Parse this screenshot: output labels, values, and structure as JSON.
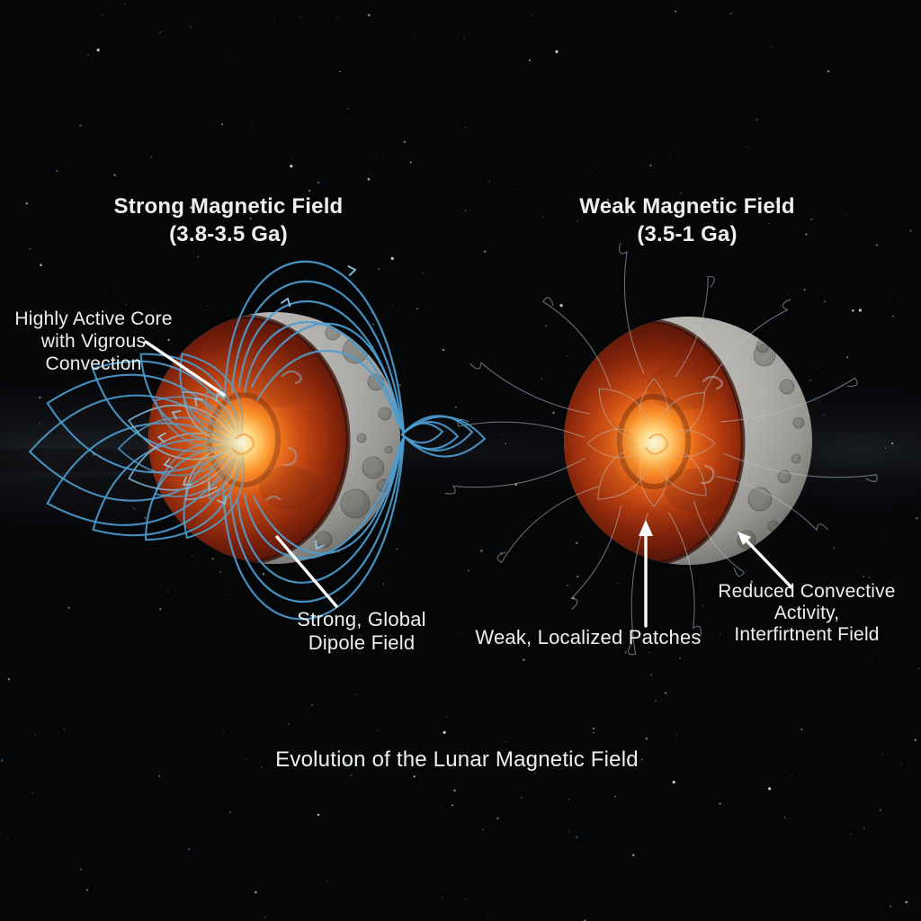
{
  "caption": "Evolution of the Lunar Magnetic Field",
  "left_panel": {
    "title": "Strong Magnetic Field",
    "era": "(3.8-3.5 Ga)",
    "core_label_lines": [
      "Highly Active Core",
      "with Vigrous",
      "Convection"
    ],
    "field_label_lines": [
      "Strong, Global",
      "Dipole Field"
    ]
  },
  "right_panel": {
    "title": "Weak Magnetic Field",
    "era": "(3.5-1 Ga)",
    "patches_label": "Weak, Localized Patches",
    "activity_label_lines": [
      "Reduced Convective",
      "Activity,",
      "Interfirtnent Field"
    ]
  },
  "colors": {
    "background": "#050608",
    "strong_field_line": "#4d9dd0",
    "strong_field_line_light": "#85bfe6",
    "weak_field_line": "#b9c2c9",
    "moon_surface": "#b3b2ae",
    "core_glow": "#ffb84d",
    "text": "#eef0ef",
    "arrow": "#ffffff"
  }
}
